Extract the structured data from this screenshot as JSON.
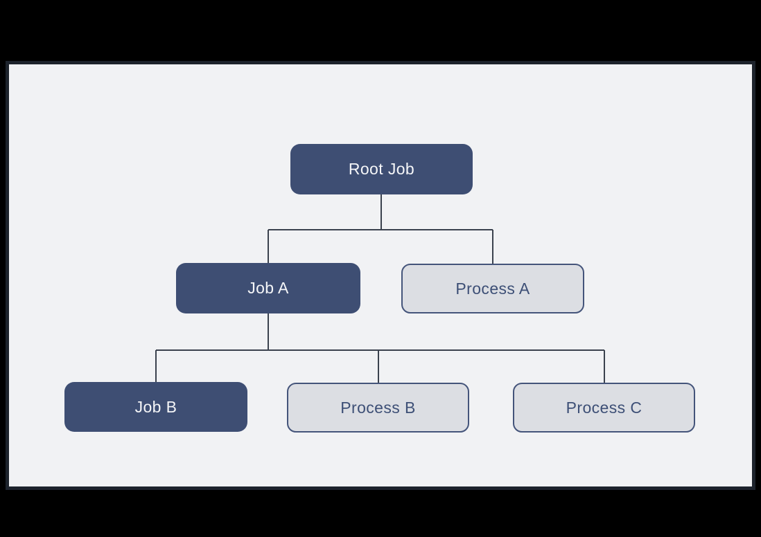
{
  "diagram": {
    "nodes": {
      "root": {
        "label": "Root Job",
        "type": "job"
      },
      "job_a": {
        "label": "Job A",
        "type": "job"
      },
      "process_a": {
        "label": "Process A",
        "type": "process"
      },
      "job_b": {
        "label": "Job B",
        "type": "job"
      },
      "process_b": {
        "label": "Process B",
        "type": "process"
      },
      "process_c": {
        "label": "Process C",
        "type": "process"
      }
    },
    "edges": [
      {
        "from": "Root Job",
        "to": "Job A"
      },
      {
        "from": "Root Job",
        "to": "Process A"
      },
      {
        "from": "Job A",
        "to": "Job B"
      },
      {
        "from": "Job A",
        "to": "Process B"
      },
      {
        "from": "Job A",
        "to": "Process C"
      }
    ],
    "colors": {
      "background": "#000000",
      "panel_bg": "#f1f2f4",
      "panel_border": "#1d232c",
      "job_fill": "#3e4e73",
      "job_text": "#f5f6f8",
      "process_fill": "#dcdee3",
      "process_border": "#44547a",
      "process_text": "#3d4f76",
      "connector": "#3a414d"
    }
  }
}
